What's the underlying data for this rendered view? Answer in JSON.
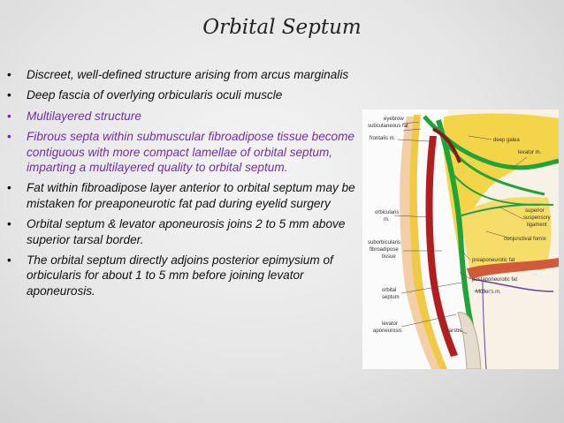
{
  "slide": {
    "title": "Orbital Septum",
    "bullets": [
      {
        "text": "Discreet, well-defined structure arising from arcus marginalis",
        "color": "#111111"
      },
      {
        "text": "Deep fascia of overlying orbicularis oculi muscle",
        "color": "#111111"
      },
      {
        "text": "Multilayered structure",
        "color": "#7030a0"
      },
      {
        "text": "Fibrous septa within submuscular fibroadipose tissue become contiguous with more compact lamellae of orbital septum, imparting a multilayered quality to orbital septum.",
        "color": "#7030a0"
      },
      {
        "text": "Fat within fibroadipose layer anterior to orbital septum may be mistaken for preaponeurotic fat pad during eyelid surgery",
        "color": "#111111"
      },
      {
        "text": "Orbital septum & levator aponeurosis  joins 2 to 5 mm above superior tarsal border.",
        "color": "#111111"
      },
      {
        "text": "The orbital septum directly adjoins posterior epimysium of orbicularis for about 1 to 5 mm before joining levator aponeurosis.",
        "color": "#111111"
      }
    ],
    "bullet_glyph": "•"
  },
  "figure": {
    "labels": {
      "eyebrow": "eyebrow",
      "subcutaneous_fat": "subcutaneous fat",
      "frontalis": "frontalis m.",
      "deep_galea": "deep galea",
      "levator": "levator m.",
      "orbicularis_1": "orbicularis",
      "orbicularis_2": "m.",
      "suborbicularis_1": "suborbicularis",
      "suborbicularis_2": "fibroadipose",
      "suborbicularis_3": "tissue",
      "superior_1": "superior",
      "superior_2": "suspensory",
      "superior_3": "ligament",
      "conjunctival_fornix": "conjunctival fornix",
      "preaponeurotic_fat": "preaponeurotic fat",
      "orbital_septum_1": "orbital",
      "orbital_septum_2": "septum",
      "postaponeurotic_fat": "postaponeurotic fat",
      "levator_apo_1": "levator",
      "levator_apo_2": "aponeurosis",
      "mullers": "Müller's m.",
      "tarsus": "tarsus"
    }
  }
}
